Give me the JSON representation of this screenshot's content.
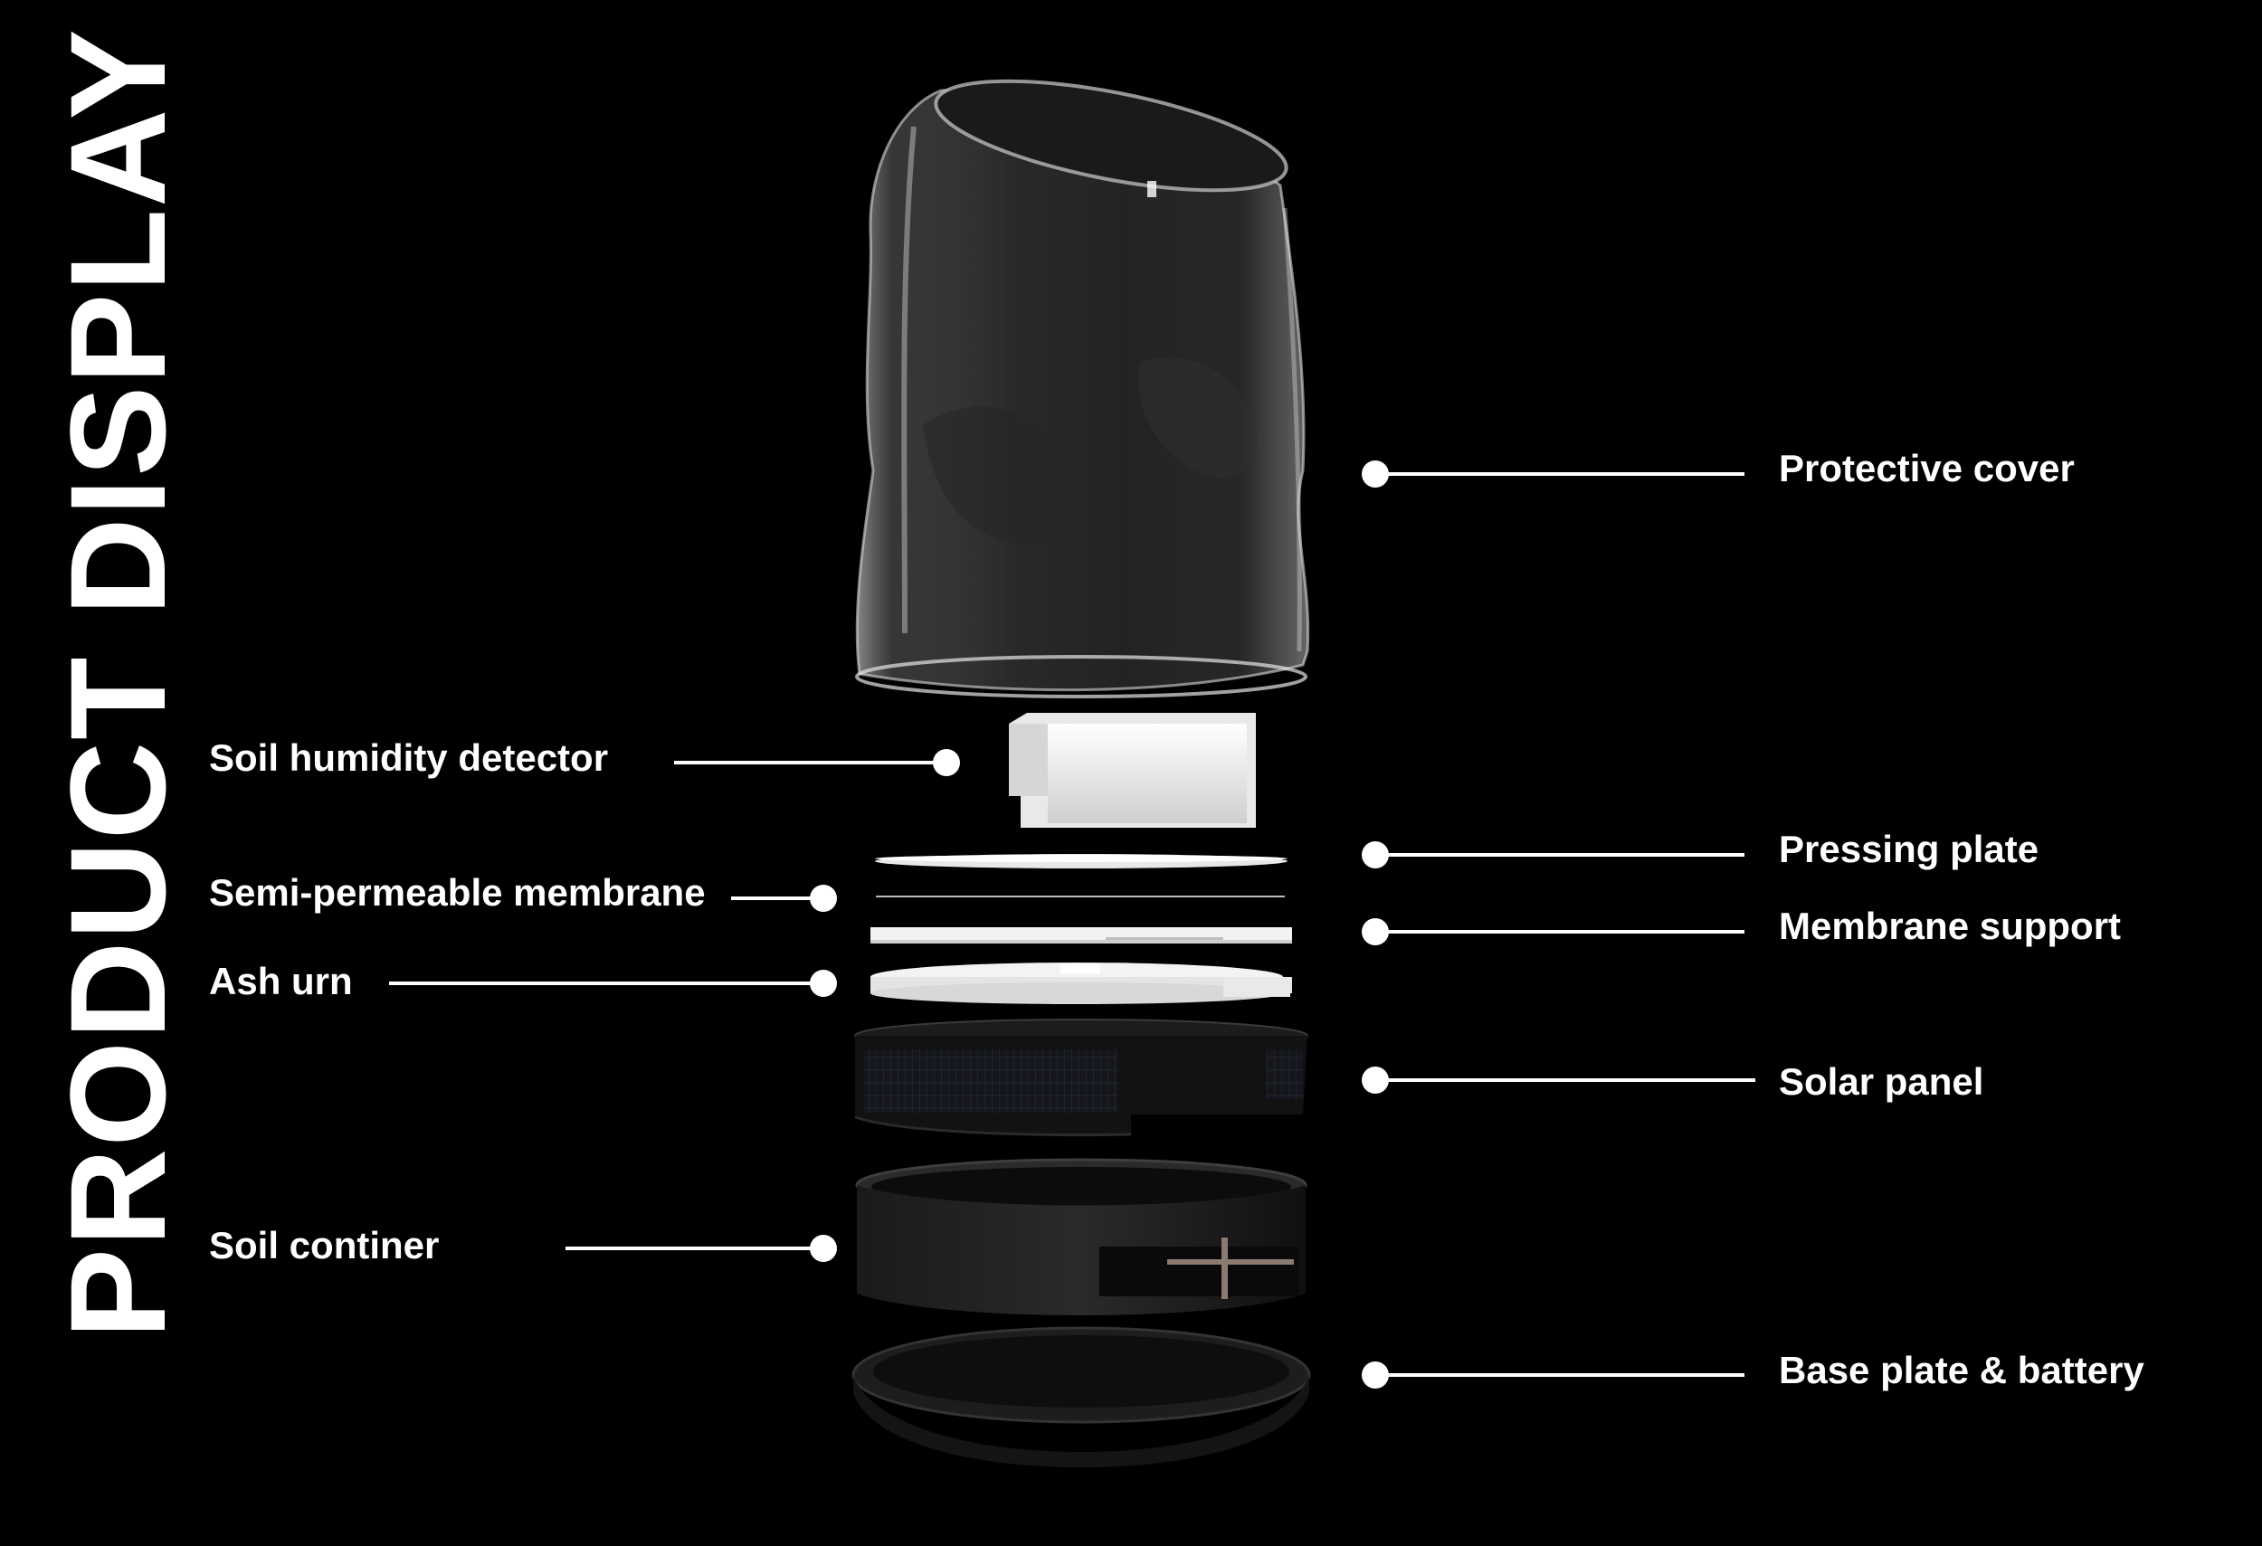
{
  "title": "PRODUCT DISPLAY",
  "colors": {
    "background": "#000000",
    "text": "#ffffff",
    "leader": "#ffffff"
  },
  "callouts": {
    "protective_cover": "Protective cover",
    "soil_humidity_detector": "Soil humidity detector",
    "pressing_plate": "Pressing plate",
    "semi_permeable_membrane": "Semi-permeable membrane",
    "membrane_support": "Membrane support",
    "ash_urn": "Ash urn",
    "solar_panel": "Solar panel",
    "soil_container": "Soil continer",
    "base_plate_battery": "Base plate & battery"
  }
}
